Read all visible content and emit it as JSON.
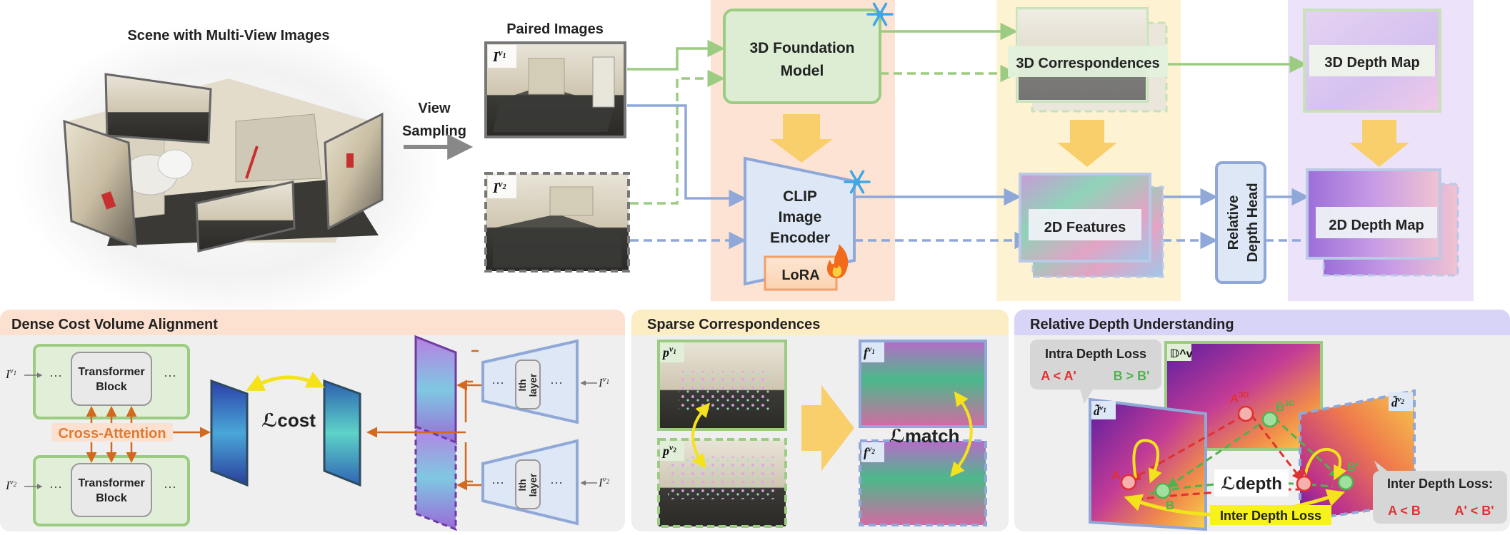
{
  "scene": {
    "title": "Scene with Multi-View Images",
    "view_sampling": "View\nSampling"
  },
  "paired": {
    "title": "Paired Images",
    "iv1": "I^{v1}",
    "iv2": "I^{v2}"
  },
  "foundation": {
    "label": "3D Foundation\nModel",
    "frozen_icon": "snowflake-icon"
  },
  "clip": {
    "label": "CLIP\nImage\nEncoder",
    "lora": "LoRA",
    "frozen_icon": "snowflake-icon",
    "trainable_icon": "fire-icon"
  },
  "correspondences_3d": "3D Correspondences",
  "features_2d": "2D Features",
  "relative_depth_head": "Relative\nDepth Head",
  "depth_map_3d": "3D Depth Map",
  "depth_map_2d": "2D Depth Map",
  "panels": {
    "dense": {
      "title": "Dense Cost Volume Alignment",
      "transformer_block": "Transformer\nBlock",
      "cross_attention": "Cross-Attention",
      "loss": "ℒcost",
      "lth_layer": "l^th\nlayer",
      "ellipsis": "···",
      "iv1": "I^{v1}",
      "iv2": "I^{v2}"
    },
    "sparse": {
      "title": "Sparse Correspondences",
      "pv1": "p^{v1}",
      "pv2": "p^{v2}",
      "fv1": "f^{v1}",
      "fv2": "f^{v2}",
      "loss": "ℒmatch"
    },
    "relative": {
      "title": "Relative Depth Understanding",
      "intra_loss": "Intra Depth Loss",
      "intra_rule_a": "A < A'",
      "intra_rule_b": "B > B'",
      "inter_loss_box": "Inter Depth Loss:",
      "inter_rule_a": "A < B",
      "inter_rule_b": "A' < B'",
      "inter_loss_label": "Inter Depth Loss",
      "loss": "ℒdepth",
      "dv": "𝔻^v",
      "dv1": "d̃^{v1}",
      "dv2": "d̃^{v2}",
      "a3d": "A^{3D}",
      "b3d": "B^{3D}",
      "a": "A",
      "b": "B",
      "a_prime": "A'",
      "b_prime": "B'"
    }
  },
  "colors": {
    "green": "#9ccc82",
    "blue": "#8fa8d8",
    "orange": "#d2691e",
    "yellow_arrow": "#f8cf6a",
    "red_point": "#e03030",
    "green_point": "#5cb85c"
  }
}
